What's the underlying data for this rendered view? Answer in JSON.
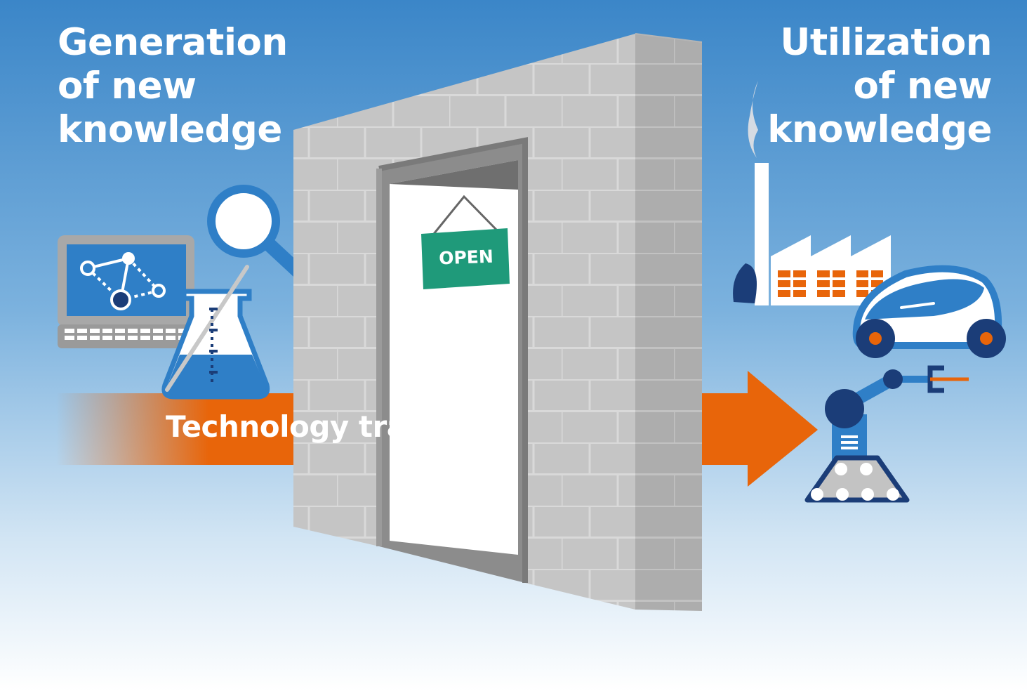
{
  "generation": {
    "line1": "Generation",
    "line2": "of new",
    "line3": "knowledge"
  },
  "utilization": {
    "line1": "Utilization",
    "line2": "of new",
    "line3": "knowledge"
  },
  "transfer_label": "Technology transfer",
  "sign_label": "OPEN",
  "colors": {
    "sky_top": "#3b86c8",
    "sky_bottom": "#ffffff",
    "arrow_orange": "#e8650a",
    "navy": "#1b3d78",
    "mid_blue": "#2f7fc7",
    "sign_green": "#1f9a7a",
    "wall_gray": "#c3c3c3"
  },
  "icons": [
    "laptop-network-icon",
    "magnifier-icon",
    "lab-flask-icon",
    "factory-icon",
    "electric-car-icon",
    "robot-arm-icon",
    "open-door-icon"
  ]
}
